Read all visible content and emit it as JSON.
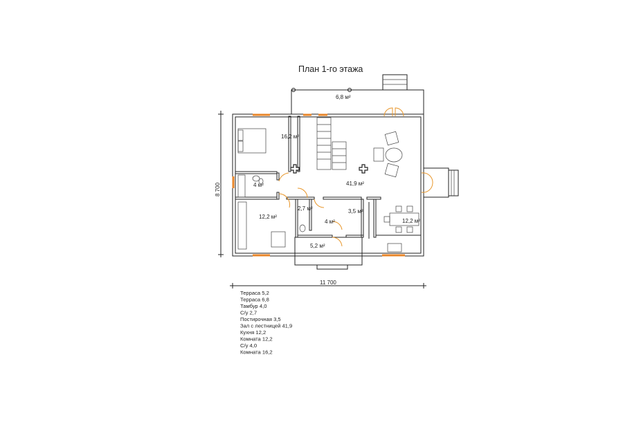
{
  "title": "План 1-го этажа",
  "rooms": {
    "terrace_top": "6,8 м²",
    "bedroom": "16,2 м²",
    "bath_small": "4 м²",
    "hall": "41,9 м²",
    "wc": "2,7 м²",
    "laundry": "3,5 м²",
    "vestibule": "4 м²",
    "room_left": "12,2 м²",
    "kitchen": "12,2 м²",
    "terrace_bottom": "5,2 м²"
  },
  "dimensions": {
    "height": "8 700",
    "width": "11 700"
  },
  "legend": [
    "Терраса 5,2",
    "Терраса 6,8",
    "Тамбур 4,0",
    "С/у 2,7",
    "Постирочная 3,5",
    "Зал с лестницей 41,9",
    "Кухня 12,2",
    "Комната 12,2",
    "С/у 4,0",
    "Комната 16,2"
  ],
  "colors": {
    "window": "#e8862a",
    "line": "#222222"
  }
}
